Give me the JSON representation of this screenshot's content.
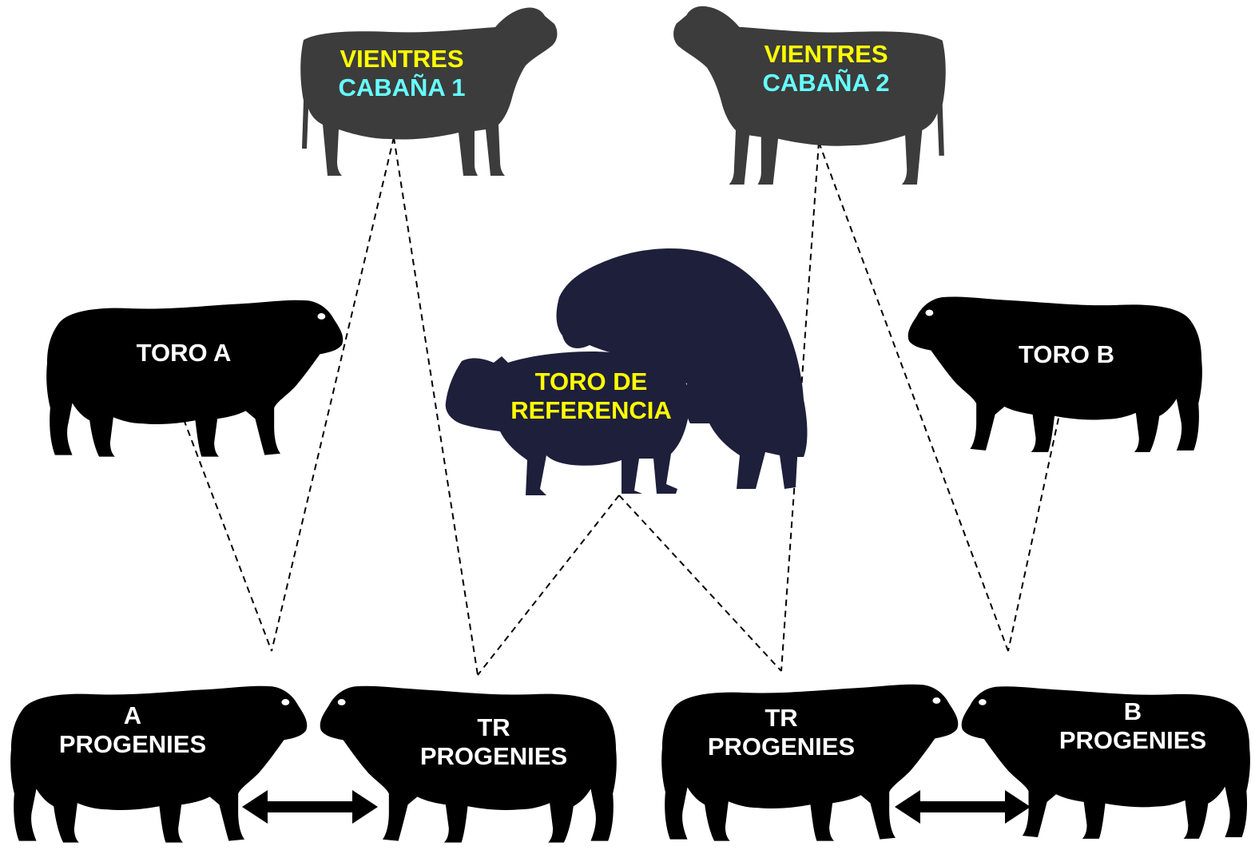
{
  "colors": {
    "background": "#ffffff",
    "silhouette": "#000000",
    "photo_cow": "#3a3a3a",
    "photo_bull": "#1e1f3a",
    "label_yellow": "#ffff00",
    "label_cyan": "#66ffff",
    "label_white": "#ffffff",
    "dashed_line": "#000000"
  },
  "cow_1": {
    "line1": "VIENTRES",
    "line2": "CABAÑA 1",
    "icon": "cow-photo"
  },
  "cow_2": {
    "line1": "VIENTRES",
    "line2": "CABAÑA 2",
    "icon": "cow-photo"
  },
  "reference_bull": {
    "line1": "TORO DE",
    "line2": "REFERENCIA",
    "icon": "mating-cattle-photo"
  },
  "bull_a": {
    "label": "TORO A",
    "icon": "bull-silhouette"
  },
  "bull_b": {
    "label": "TORO B",
    "icon": "bull-silhouette"
  },
  "progeny_a": {
    "line1": "A",
    "line2": "PROGENIES",
    "icon": "bull-silhouette"
  },
  "progeny_tr_1": {
    "line1": "TR",
    "line2": "PROGENIES",
    "icon": "bull-silhouette"
  },
  "progeny_tr_2": {
    "line1": "TR",
    "line2": "PROGENIES",
    "icon": "bull-silhouette"
  },
  "progeny_b": {
    "line1": "B",
    "line2": "PROGENIES",
    "icon": "bull-silhouette"
  },
  "comparison_arrows": [
    "double-arrow-left",
    "double-arrow-right"
  ]
}
